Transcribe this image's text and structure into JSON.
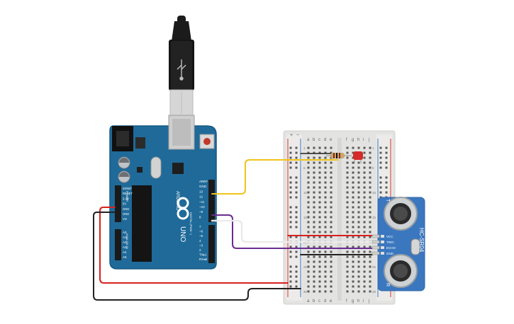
{
  "colors": {
    "background": "#ffffff",
    "arduino_board": "#1f6a99",
    "arduino_edge": "#175a83",
    "breadboard": "#e3e3e1",
    "rail_red": "#d9362b",
    "rail_blue": "#3b78c0",
    "wire_yellow": "#f0c419",
    "wire_purple": "#6a2c91",
    "wire_red": "#d6211e",
    "wire_black": "#222222",
    "wire_white": "#f4f4f4",
    "sensor_board": "#3a77bf",
    "led": "#d42a2a",
    "resistor": "#c9a66b"
  },
  "arduino": {
    "model": "UNO",
    "logo_text": "ARDUINO",
    "header_top": [
      "AREF",
      "GND",
      "13",
      "12",
      "~11",
      "~10",
      "~9",
      "8"
    ],
    "header_top2": [
      "7",
      "~6",
      "~5",
      "4",
      "~3",
      "2",
      "TX▸1",
      "RX◂0"
    ],
    "digital_label": "DIGITAL (PWM ~)",
    "power_label": "POWER",
    "power_pins": [
      "IOREF",
      "RESET",
      "3.3V",
      "5V",
      "GND",
      "GND",
      "Vin"
    ],
    "analog_label": "ANALOG IN",
    "analog_pins": [
      "A0",
      "A1",
      "A2",
      "A3",
      "A4",
      "A5"
    ]
  },
  "breadboard": {
    "columns_left": [
      "a",
      "b",
      "c",
      "d",
      "e"
    ],
    "columns_right": [
      "f",
      "g",
      "h",
      "i",
      "j"
    ],
    "rail_minus": "−",
    "rail_plus": "+",
    "row_count": 30
  },
  "sensor": {
    "model": "HC-SR04",
    "pins": [
      "VCC",
      "TRIG",
      "ECHO",
      "GND"
    ],
    "side_label_top": "T",
    "side_label_bottom": "R"
  },
  "usb": {
    "cable_icon": "usb-b-connector-icon"
  }
}
